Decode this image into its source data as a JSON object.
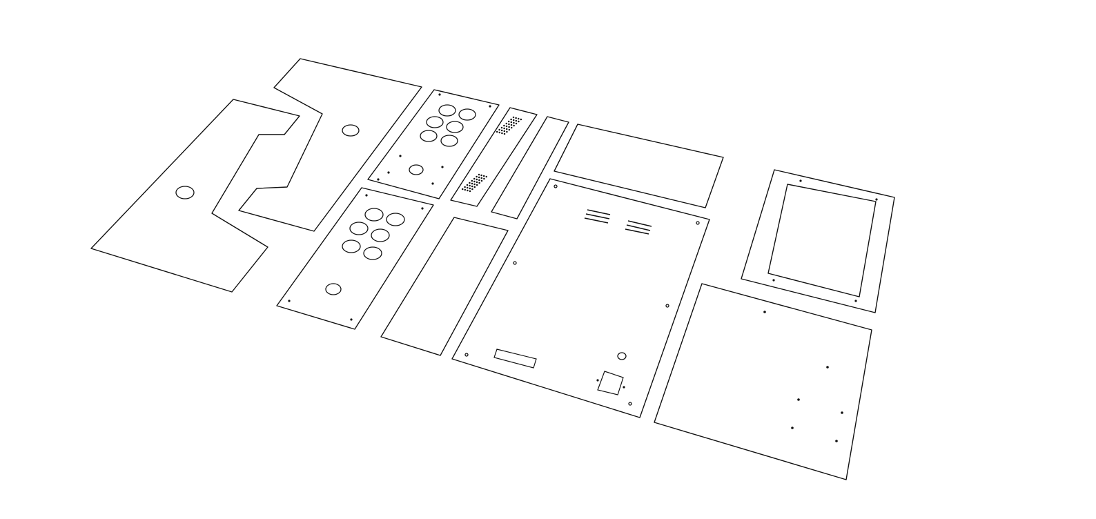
{
  "scene": {
    "view": "isometric",
    "background": "#ffffff",
    "line_color": "#111111",
    "text": []
  },
  "panels": [
    {
      "name": "left-side-panel",
      "button_holes": 1
    },
    {
      "name": "right-side-panel",
      "button_holes": 1
    },
    {
      "name": "control-panel-top",
      "button_holes": 7
    },
    {
      "name": "control-panel-bottom",
      "button_holes": 7
    },
    {
      "name": "connector-strip",
      "connector_grids": 2
    },
    {
      "name": "narrow-strip"
    },
    {
      "name": "top-panel"
    },
    {
      "name": "front-panel"
    },
    {
      "name": "base-panel",
      "vent_groups": 2
    },
    {
      "name": "monitor-bezel"
    },
    {
      "name": "back-panel"
    }
  ]
}
